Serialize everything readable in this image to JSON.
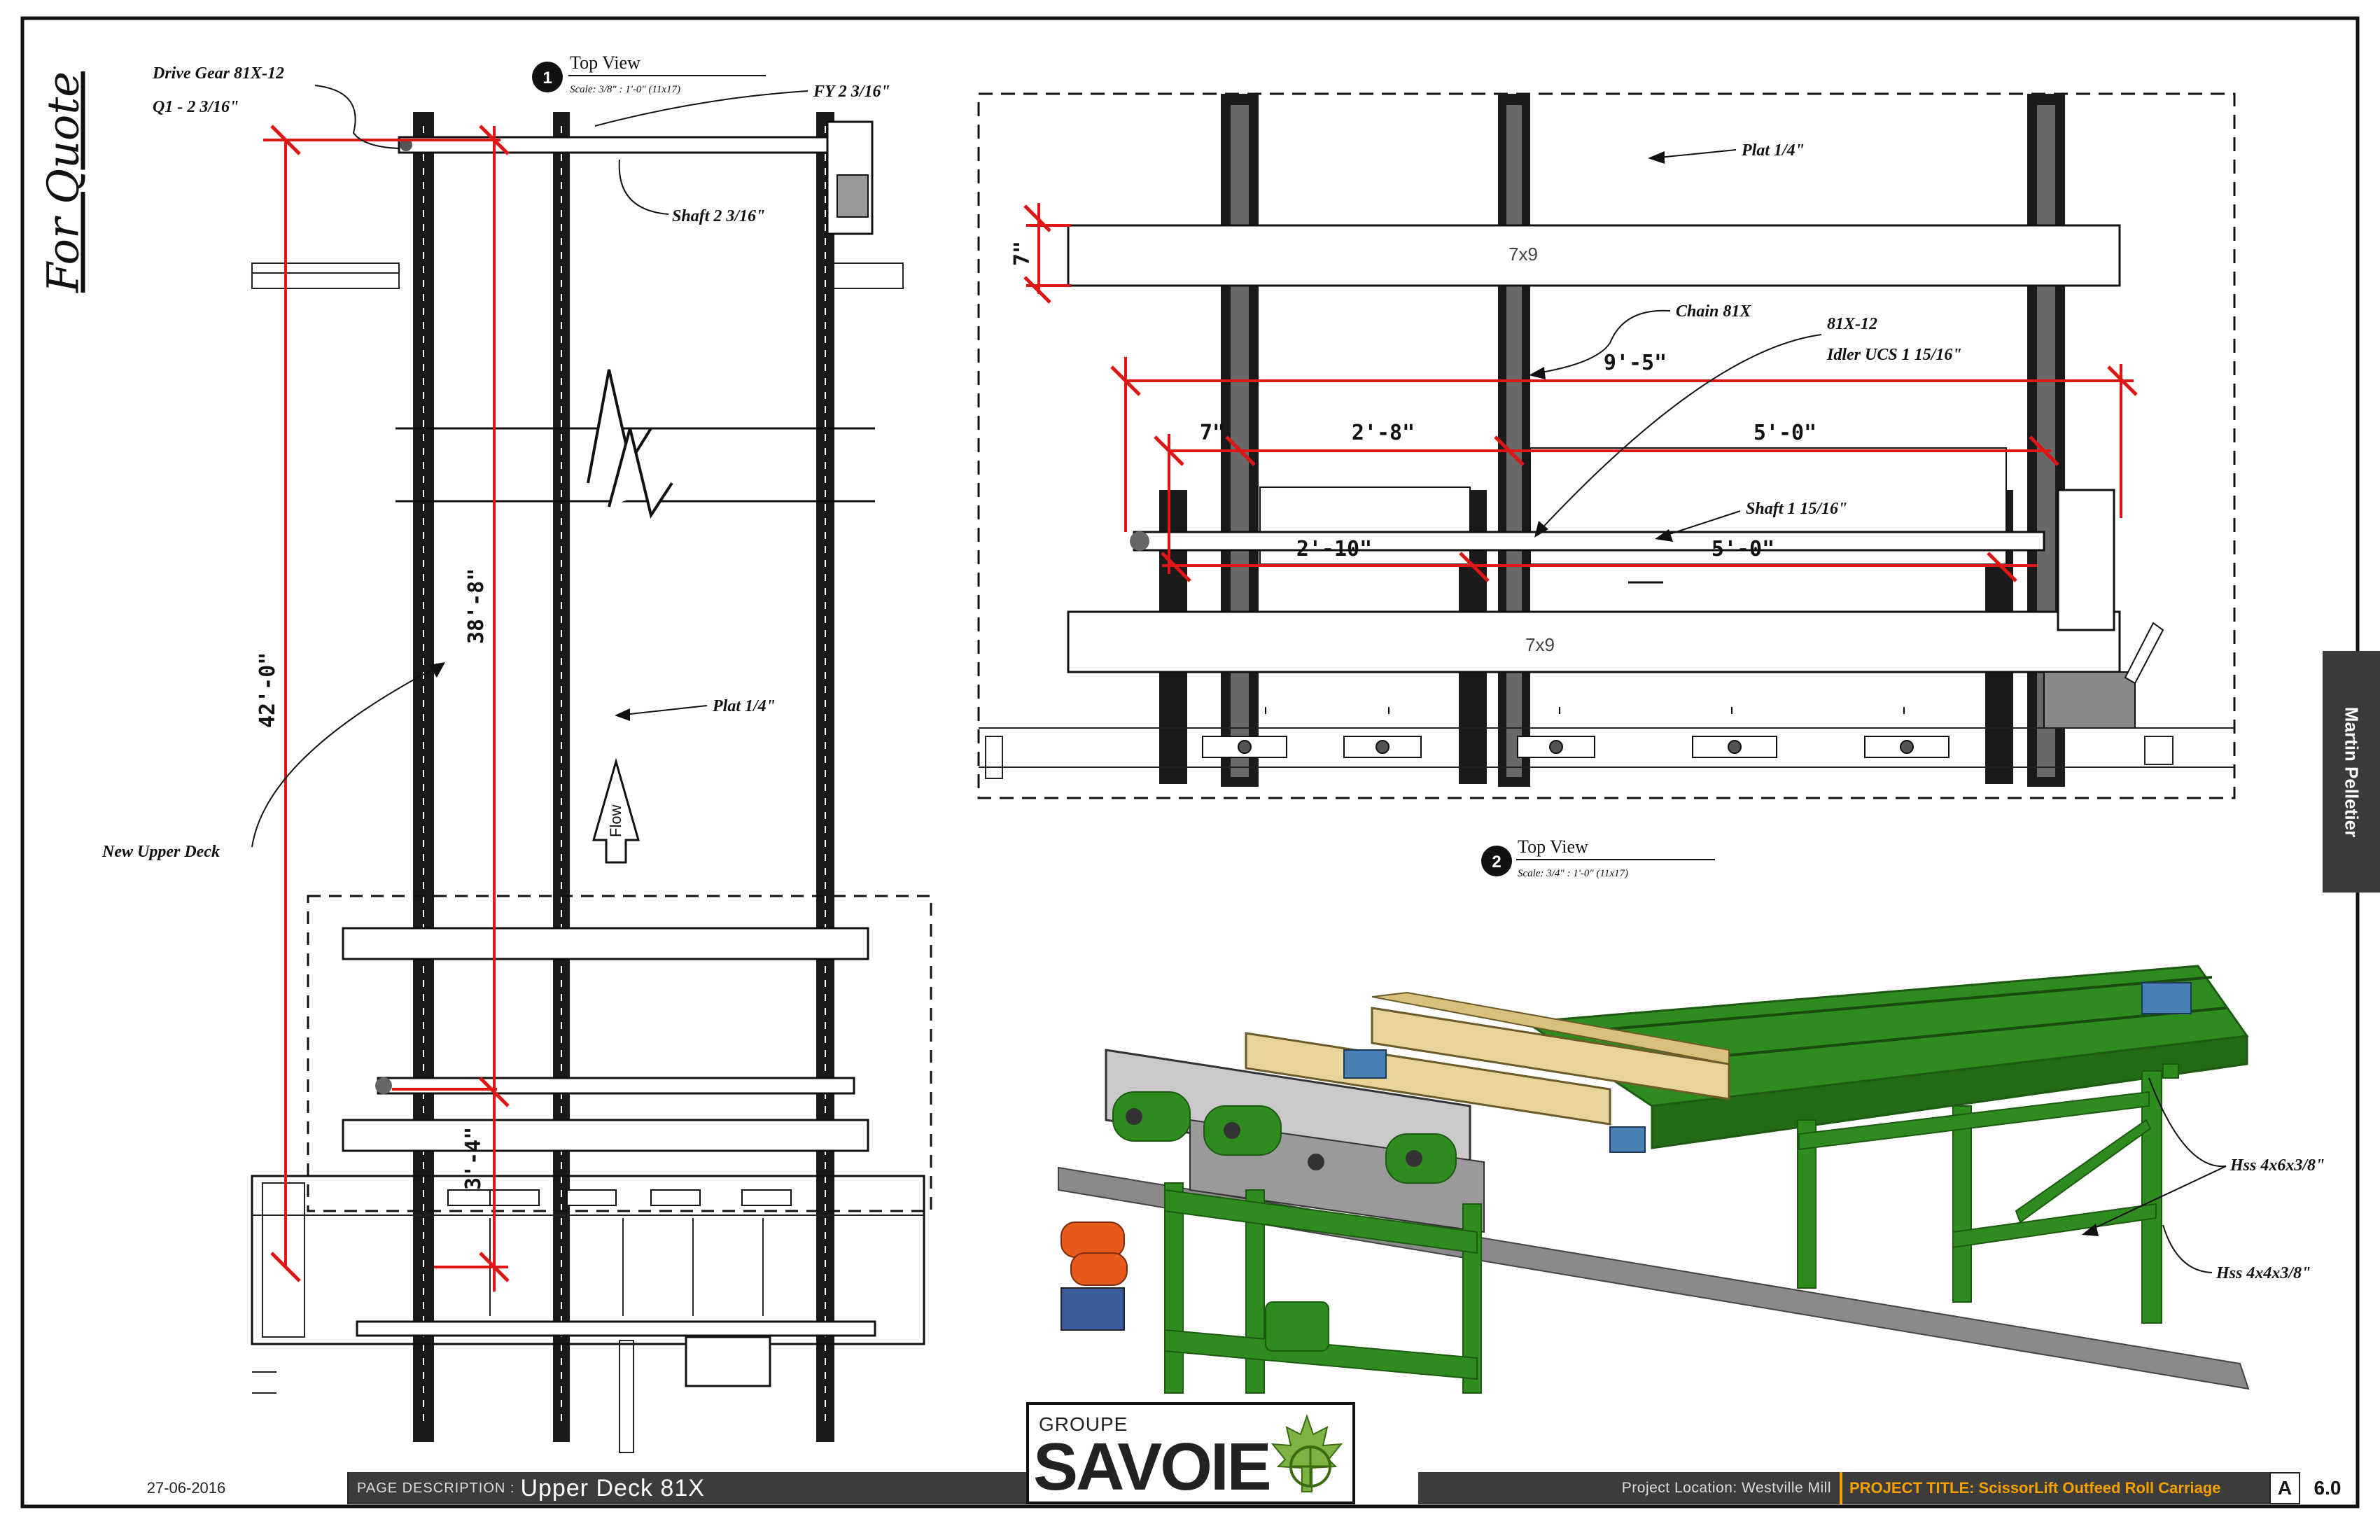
{
  "title_block": {
    "date": "27-06-2016",
    "page_description_label": "PAGE DESCRIPTION :",
    "page_description": "Upper Deck 81X",
    "project_location": "Project Location: Westville Mill",
    "project_title": "PROJECT TITLE: ScissorLift Outfeed Roll Carriage",
    "revision": "A",
    "page_number": "6.0",
    "designer": "Martin Pelletier"
  },
  "stamp": "For Quote",
  "logo": {
    "line1": "GROUPE",
    "line2": "SAVOIE"
  },
  "view1": {
    "number": "1",
    "title": "Top View",
    "scale": "Scale: 3/8\" : 1'-0\" (11x17)",
    "callouts": {
      "drive_gear": "Drive Gear 81X-12",
      "q1": "Q1 - 2 3/16\"",
      "fy": "FY 2 3/16\"",
      "shaft": "Shaft 2 3/16\"",
      "plat": "Plat 1/4\"",
      "new_upper_deck": "New Upper Deck",
      "flow": "Flow"
    },
    "dims": {
      "overall": "42'-0\"",
      "inner": "38'-8\"",
      "small": "3'-4\""
    }
  },
  "view2": {
    "number": "2",
    "title": "Top View",
    "scale": "Scale: 3/4\" : 1'-0\" (11x17)",
    "callouts": {
      "plat": "Plat 1/4\"",
      "chain": "Chain 81X",
      "sprocket": "81X-12",
      "idler": "Idler UCS 1 15/16\"",
      "shaft": "Shaft 1 15/16\""
    },
    "beams": {
      "top": "7x9",
      "bottom": "7x9"
    },
    "dims": {
      "gap": "7\"",
      "overall": "9'-5\"",
      "small": "7\"",
      "span_a": "2'-8\"",
      "span_b": "5'-0\"",
      "span_c": "2'-10\"",
      "span_d": "5'-0\""
    }
  },
  "iso_view": {
    "hss_top": "Hss 4x6x3/8\"",
    "hss_bottom": "Hss 4x4x3/8\""
  },
  "colors": {
    "dimension": "#e01515",
    "frame": "#2e8b1e",
    "title_bar": "#3c3c3c",
    "project_title": "#f5a000"
  }
}
